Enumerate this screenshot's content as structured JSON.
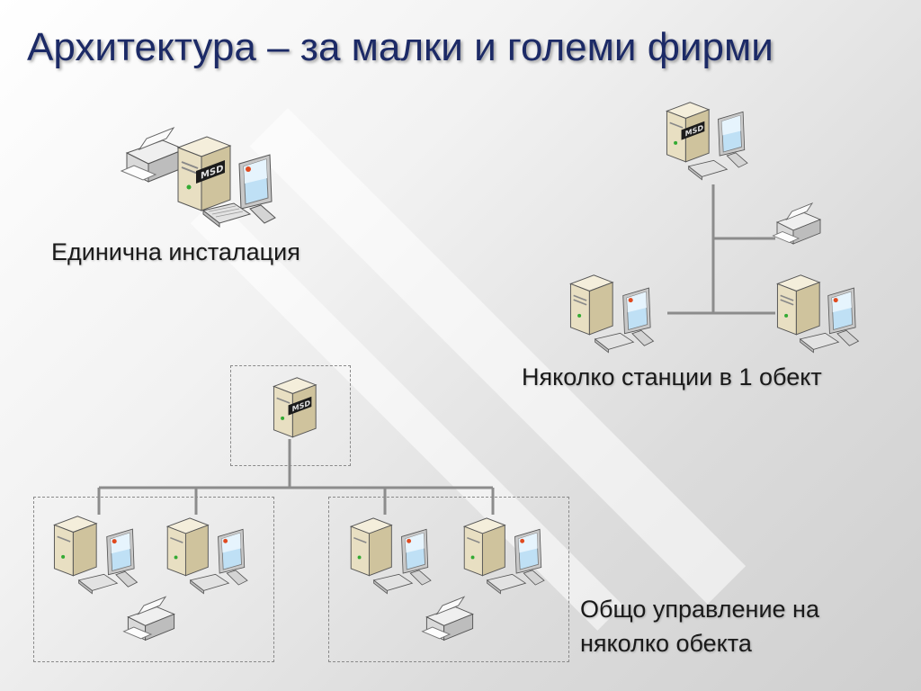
{
  "title": "Архитектура – за малки и големи фирми",
  "labels": {
    "single": "Единична инсталация",
    "multi_station": "Няколко станции в 1 обект",
    "central_line1": "Общо управление на",
    "central_line2": "няколко обекта"
  },
  "server_logo": "MSD",
  "colors": {
    "title": "#1c2a66",
    "case": "#e8dfc2",
    "connector": "#8c8c8c"
  }
}
